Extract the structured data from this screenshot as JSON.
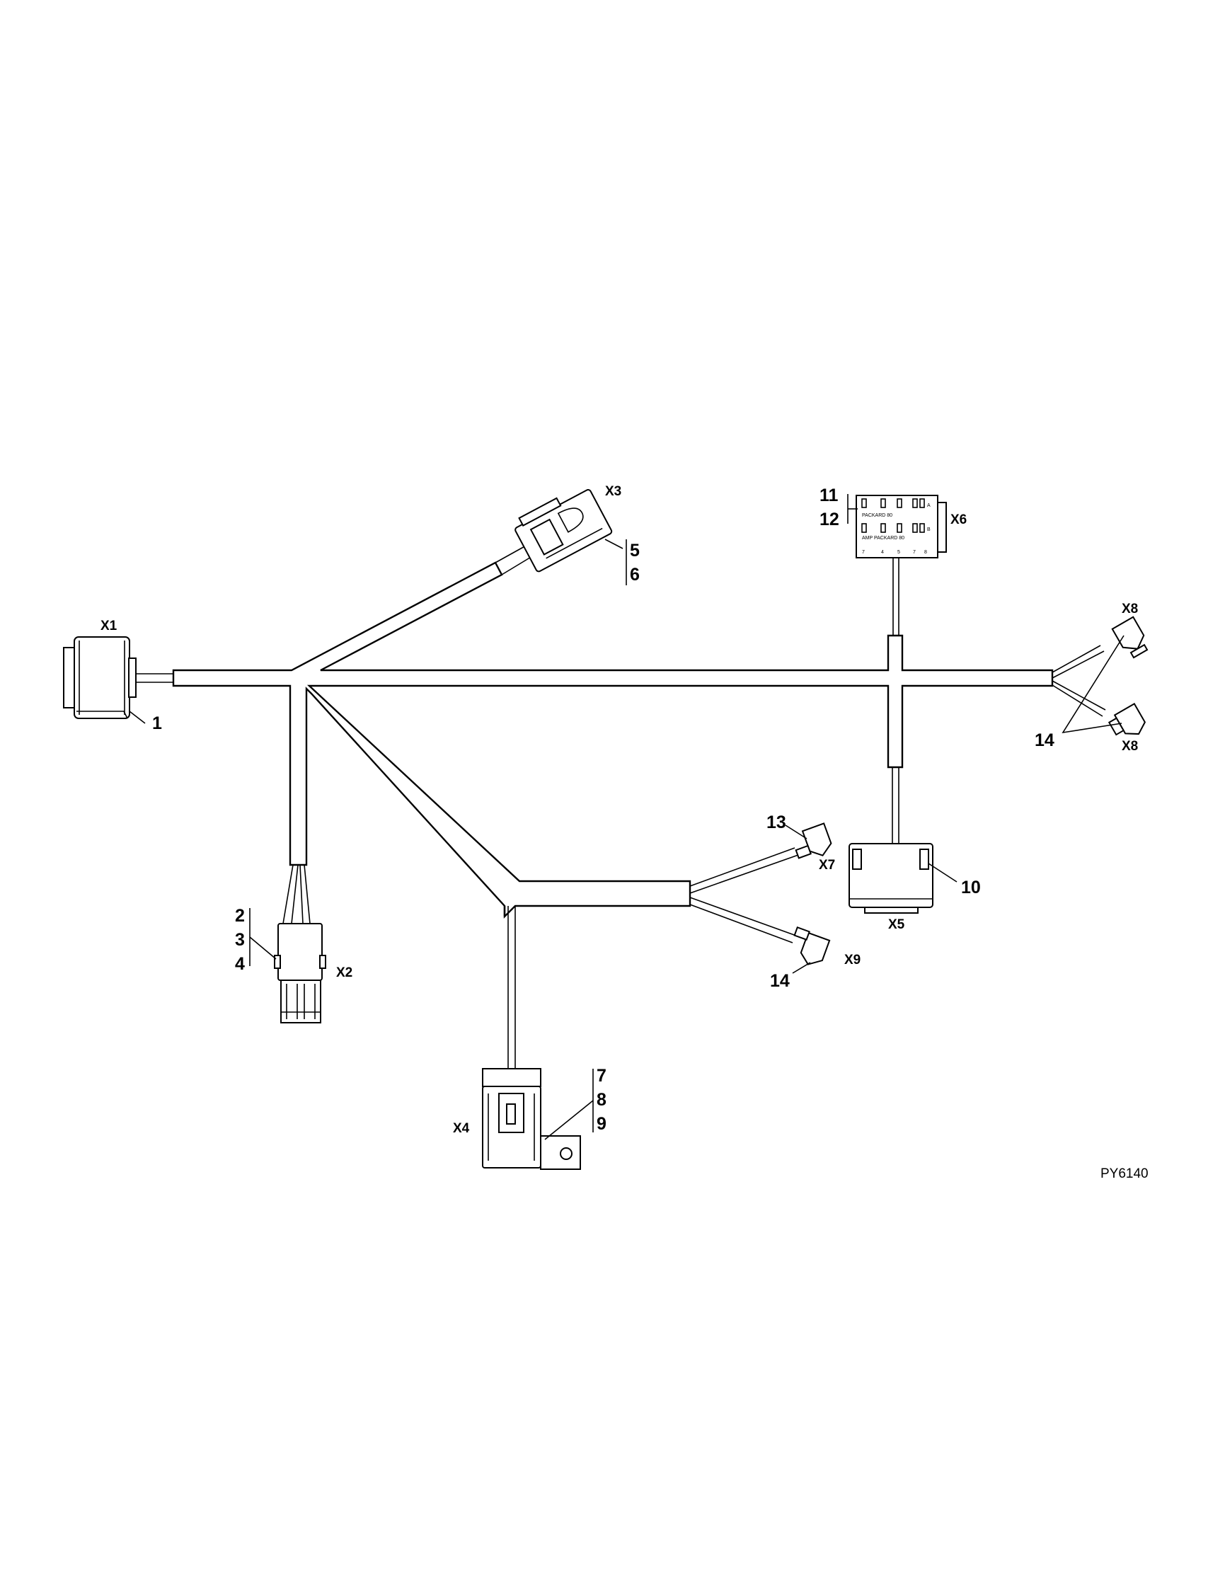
{
  "connectors": {
    "x1": "X1",
    "x2": "X2",
    "x3": "X3",
    "x4": "X4",
    "x5": "X5",
    "x6": "X6",
    "x7": "X7",
    "x8_upper": "X8",
    "x8_lower": "X8",
    "x9": "X9"
  },
  "callouts": {
    "c1": "1",
    "c2": "2",
    "c3": "3",
    "c4": "4",
    "c5": "5",
    "c6": "6",
    "c7": "7",
    "c8": "8",
    "c9": "9",
    "c10": "10",
    "c11": "11",
    "c12": "12",
    "c13": "13",
    "c14_x8": "14",
    "c14_x9": "14"
  },
  "x6_face": {
    "row1_text": "PACKARD 80",
    "row2_text": "AMP PACKARD 80",
    "pins_bottom": [
      "7",
      "4",
      "5",
      "7",
      "8"
    ],
    "letter_a": "A",
    "letter_b": "B"
  },
  "figure_ref": "PY6140"
}
